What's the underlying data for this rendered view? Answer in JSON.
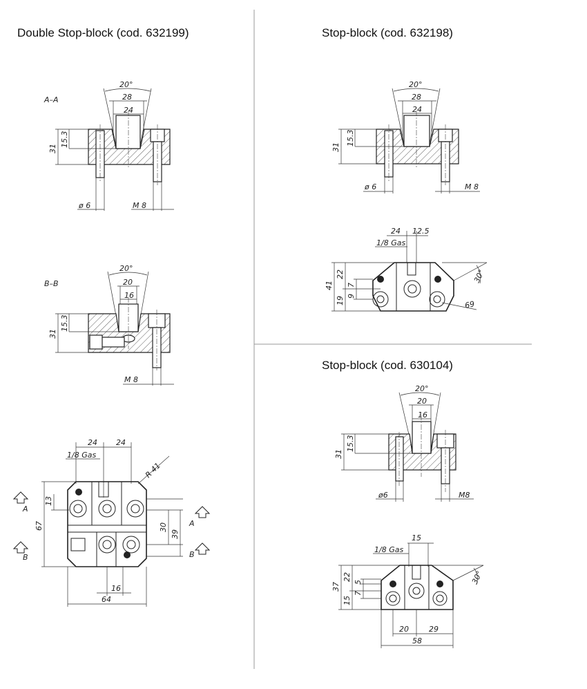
{
  "titles": {
    "double": "Double Stop-block (cod. 632199)",
    "single": "Stop-block (cod. 632198)",
    "compact": "Stop-block (cod. 630104)"
  },
  "double": {
    "section_aa": {
      "label": "A–A",
      "angle": "20°",
      "w28": "28",
      "w24": "24",
      "h31": "31",
      "h153": "15.3",
      "pin": "ø 6",
      "screw": "M 8"
    },
    "section_bb": {
      "label": "B–B",
      "angle": "20°",
      "w20": "20",
      "w16": "16",
      "h31": "31",
      "h153": "15.3",
      "screw": "M 8"
    },
    "plan": {
      "d24a": "24",
      "d24b": "24",
      "gas": "1/8 Gas",
      "radius": "R 41",
      "h13": "13",
      "h67": "67",
      "h30": "30",
      "h39": "39",
      "w16": "16",
      "w64": "64",
      "arrow_a": "A",
      "arrow_b": "B"
    }
  },
  "single": {
    "section": {
      "angle": "20°",
      "w28": "28",
      "w24": "24",
      "h31": "31",
      "h153": "15.3",
      "pin": "ø 6",
      "screw": "M 8"
    },
    "plan": {
      "d24": "24",
      "d125": "12.5",
      "gas": "1/8 Gas",
      "h41": "41",
      "h22": "22",
      "h7": "7",
      "h9": "9",
      "h19": "19",
      "angle": "30°",
      "w69": "69"
    }
  },
  "compact": {
    "section": {
      "angle": "20°",
      "w20": "20",
      "w16": "16",
      "h31": "31",
      "h153": "15.3",
      "pin": "ø6",
      "screw": "M8"
    },
    "plan": {
      "w15": "15",
      "gas": "1/8 Gas",
      "h37": "37",
      "h22": "22",
      "h5": "5",
      "h7": "7",
      "h15": "15",
      "angle": "30°",
      "w20": "20",
      "w29": "29",
      "w58": "58"
    }
  }
}
